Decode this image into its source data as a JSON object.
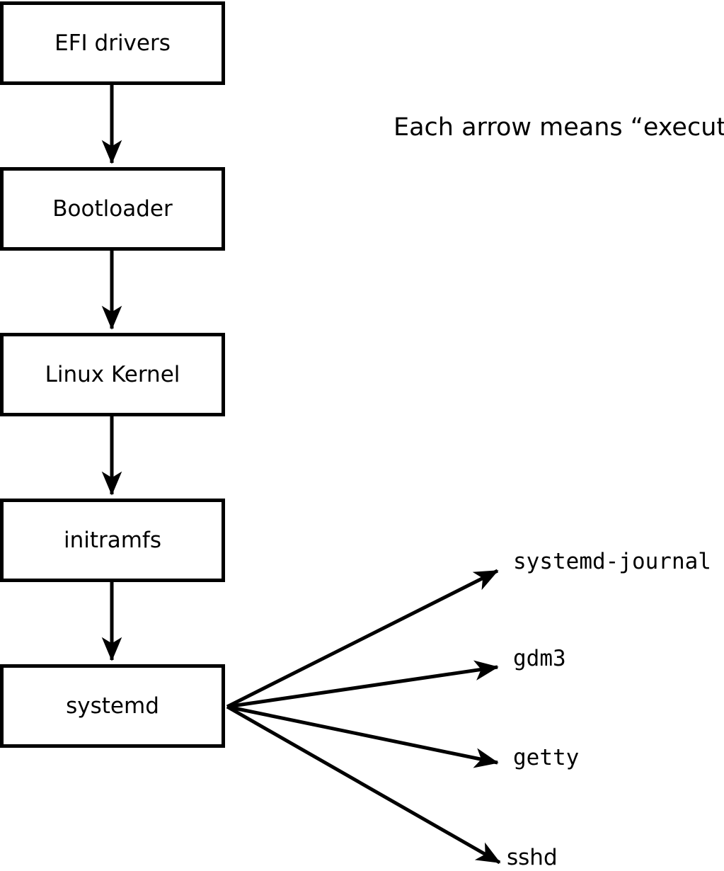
{
  "diagram": {
    "title_note": "Each arrow means “executes”.",
    "edge_meaning": "executes",
    "chain": [
      "EFI drivers",
      "Bootloader",
      "Linux Kernel",
      "initramfs",
      "systemd"
    ],
    "fanout": {
      "from": "systemd",
      "to": [
        "systemd-journal",
        "gdm3",
        "getty",
        "sshd"
      ]
    }
  },
  "colors": {
    "ink": "#000000",
    "paper": "#ffffff"
  }
}
